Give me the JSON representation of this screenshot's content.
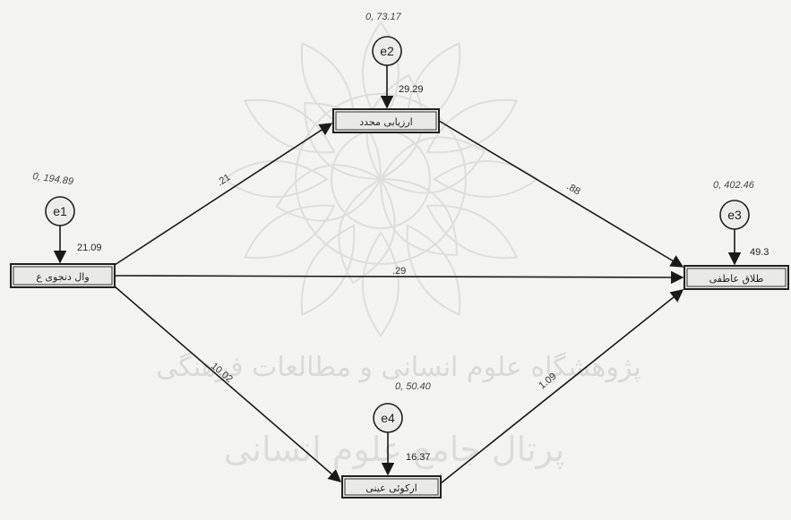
{
  "watermark": {
    "line1": "پژوهشگاه علوم انسانی و مطالعات فرهنگی",
    "line2": "پرتال جامع علوم انسانی"
  },
  "nodes": {
    "x": "وال دنجوی ع",
    "m1": "ارزیابی محدد",
    "m2": "ارکوئی عینی",
    "y": "طلاق عاطفی"
  },
  "errors": {
    "e1": {
      "name": "e1",
      "variance": "0, 194.89",
      "intercept": "21.09"
    },
    "e2": {
      "name": "e2",
      "variance": "0, 73.17",
      "intercept": "29.29"
    },
    "e3": {
      "name": "e3",
      "variance": "0, 402.46",
      "intercept": "49.3"
    },
    "e4": {
      "name": "e4",
      "variance": "0, 50.40",
      "intercept": "16.37"
    }
  },
  "paths": {
    "x_m1": ".21",
    "x_y": ".29",
    "x_m2": "10.02",
    "m1_y": ".88",
    "m2_y": "1.09"
  }
}
